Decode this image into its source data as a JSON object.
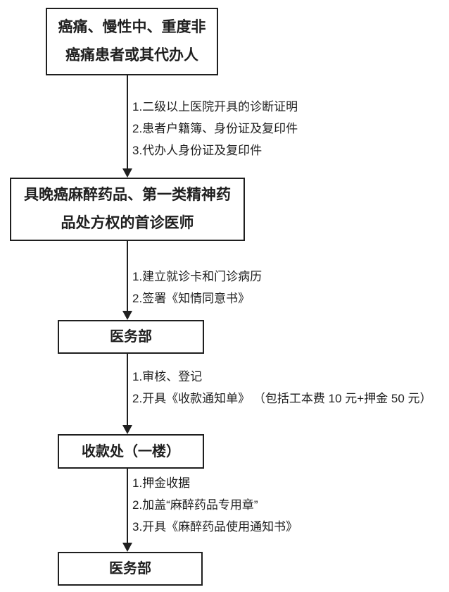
{
  "flowchart": {
    "nodes": [
      {
        "lines": [
          "癌痛、慢性中、重度非",
          "癌痛患者或其代办人"
        ]
      },
      {
        "lines": [
          "具晚癌麻醉药品、第一类精神药",
          "品处方权的首诊医师"
        ]
      },
      {
        "lines": [
          "医务部"
        ]
      },
      {
        "lines": [
          "收款处（一楼）"
        ]
      },
      {
        "lines": [
          "医务部"
        ]
      }
    ],
    "edges": [
      {
        "steps": [
          "1.二级以上医院开具的诊断证明",
          "2.患者户籍簿、身份证及复印件",
          "3.代办人身份证及复印件"
        ]
      },
      {
        "steps": [
          "1.建立就诊卡和门诊病历",
          "2.签署《知情同意书》"
        ]
      },
      {
        "steps": [
          "1.审核、登记",
          "2.开具《收款通知单》 （包括工本费 10 元+押金 50 元）"
        ]
      },
      {
        "steps": [
          "1.押金收据",
          "2.加盖“麻醉药品专用章”",
          "3.开具《麻醉药品使用通知书》"
        ]
      }
    ],
    "colors": {
      "box_border": "#1f1f1f",
      "arrow": "#1f1f1f",
      "text": "#1f1f1f",
      "background": "#ffffff"
    }
  }
}
